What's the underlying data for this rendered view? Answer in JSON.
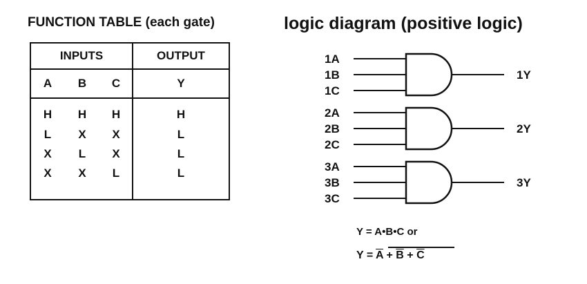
{
  "table": {
    "title": "FUNCTION TABLE (each gate)",
    "inputs_header": "INPUTS",
    "output_header": "OUTPUT",
    "columns": [
      "A",
      "B",
      "C",
      "Y"
    ],
    "rows": [
      [
        "H",
        "H",
        "H",
        "H"
      ],
      [
        "L",
        "X",
        "X",
        "L"
      ],
      [
        "X",
        "L",
        "X",
        "L"
      ],
      [
        "X",
        "X",
        "L",
        "L"
      ]
    ]
  },
  "diagram": {
    "title": "logic diagram (positive logic)",
    "gates": [
      {
        "inputs": [
          "1A",
          "1B",
          "1C"
        ],
        "output": "1Y"
      },
      {
        "inputs": [
          "2A",
          "2B",
          "2C"
        ],
        "output": "2Y"
      },
      {
        "inputs": [
          "3A",
          "3B",
          "3C"
        ],
        "output": "3Y"
      }
    ]
  },
  "equations": {
    "line1": "Y = A•B•C or",
    "line2_prefix": "Y = ",
    "line2_terms": [
      "A",
      "B",
      "C"
    ],
    "line2_op": "+"
  }
}
